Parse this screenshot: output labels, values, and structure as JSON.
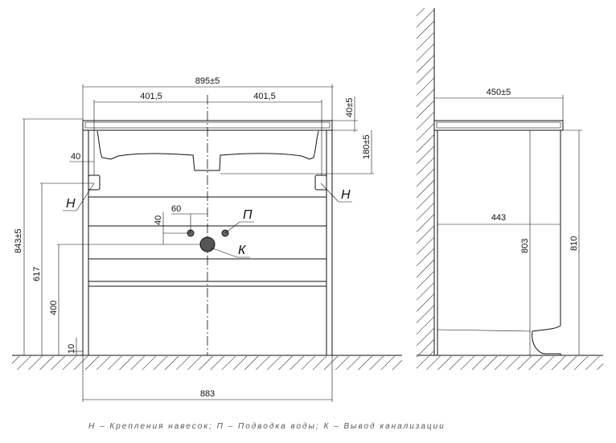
{
  "front_view": {
    "width_total": "895±5",
    "half_left": "401,5",
    "half_right": "401,5",
    "top_thickness": "40±5",
    "basin_depth": "180±5",
    "side_offset": "40",
    "height_total": "843±5",
    "hook_height": "617",
    "drain_height": "400",
    "leg_height": "10",
    "bottom_width": "883",
    "pipe_offset_x": "60",
    "pipe_offset_y": "40",
    "label_hook_left": "Н",
    "label_hook_right": "Н",
    "label_water": "П",
    "label_drain": "К"
  },
  "side_view": {
    "depth_total": "450±5",
    "inner_depth": "443",
    "inner_height": "803",
    "height": "810"
  },
  "legend": "Н – Крепления навесок; П – Подводка воды; К – Вывод канализации"
}
